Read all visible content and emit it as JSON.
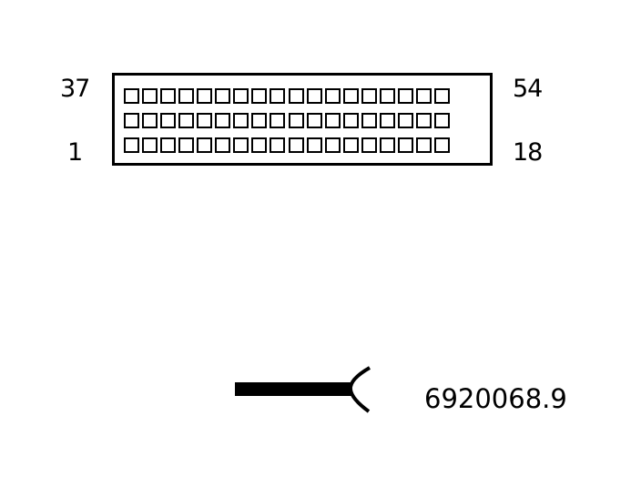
{
  "connector": {
    "rows": 3,
    "pins_per_row": 18,
    "labels": {
      "top_left": "37",
      "top_right": "54",
      "bottom_left": "1",
      "bottom_right": "18"
    }
  },
  "cable_icon": "wire-with-open-connector-end",
  "drawing_number": "6920068.9"
}
